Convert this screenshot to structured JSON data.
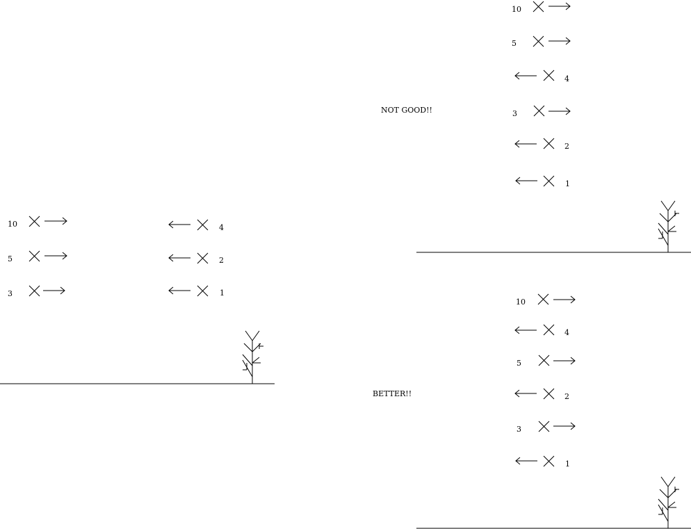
{
  "panels": [
    {
      "id": "left",
      "caption": "",
      "items": [
        {
          "label": "10",
          "direction": "right"
        },
        {
          "label": "5",
          "direction": "right"
        },
        {
          "label": "3",
          "direction": "right"
        },
        {
          "label": "4",
          "direction": "left"
        },
        {
          "label": "2",
          "direction": "left"
        },
        {
          "label": "1",
          "direction": "left"
        }
      ]
    },
    {
      "id": "top-right",
      "caption": "NOT GOOD!!",
      "items": [
        {
          "label": "10",
          "direction": "right"
        },
        {
          "label": "5",
          "direction": "right"
        },
        {
          "label": "4",
          "direction": "left"
        },
        {
          "label": "3",
          "direction": "right"
        },
        {
          "label": "2",
          "direction": "left"
        },
        {
          "label": "1",
          "direction": "left"
        }
      ]
    },
    {
      "id": "bottom-right",
      "caption": "BETTER!!",
      "items": [
        {
          "label": "10",
          "direction": "right"
        },
        {
          "label": "4",
          "direction": "left"
        },
        {
          "label": "5",
          "direction": "right"
        },
        {
          "label": "2",
          "direction": "left"
        },
        {
          "label": "3",
          "direction": "right"
        },
        {
          "label": "1",
          "direction": "left"
        }
      ]
    }
  ]
}
